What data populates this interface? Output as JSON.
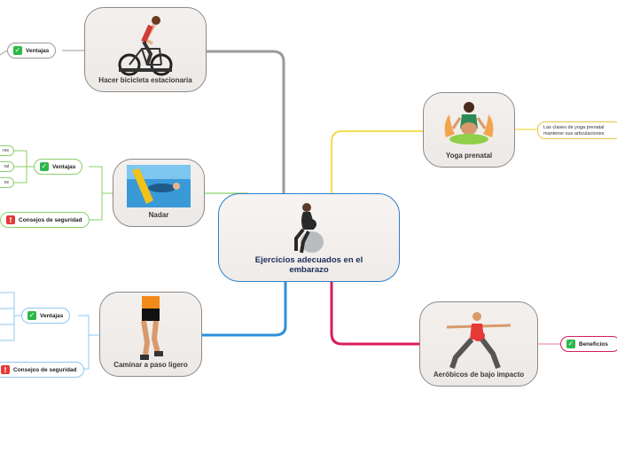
{
  "central": {
    "title": "Ejercicios adecuados en el embarazo"
  },
  "topics": {
    "bicicleta": {
      "label": "Hacer bicicleta estacionaria"
    },
    "nadar": {
      "label": "Nadar"
    },
    "caminar": {
      "label": "Caminar a paso ligero"
    },
    "yoga": {
      "label": "Yoga prenatal"
    },
    "aerobicos": {
      "label": "Aeróbicos de bajo impacto"
    }
  },
  "subtopics": {
    "bici_ventajas": "Ventajas",
    "nadar_ventajas": "Ventajas",
    "nadar_consejos": "Consejos de seguridad",
    "caminar_ventajas": "Ventajas",
    "caminar_consejos": "Consejos de seguridad",
    "aerobicos_beneficios": "Beneficios"
  },
  "cropped_items": {
    "nadar_1": "res",
    "nadar_2": "ral",
    "nadar_3": "os"
  },
  "yoga_note": {
    "line1": "Las clases de yoga prenatal",
    "line2": "mantener sus articulaciones"
  },
  "colors": {
    "gray_branch": "#9a9a9a",
    "green_branch": "#8bcf6a",
    "blue_branch": "#2f8fd8",
    "yellow_branch": "#f4d21a",
    "pink_branch": "#d81b60",
    "check_green": "#2fb84a"
  },
  "icons": {
    "check": "check-icon",
    "warning": "warning-icon"
  }
}
